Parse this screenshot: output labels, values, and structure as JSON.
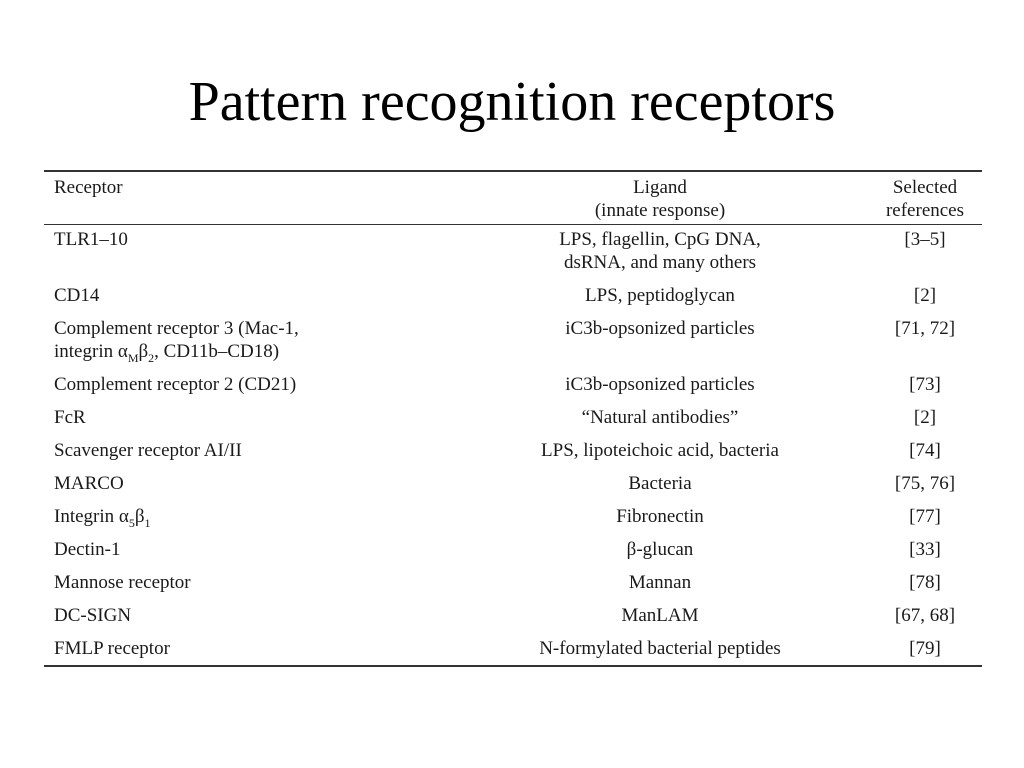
{
  "slide": {
    "title": "Pattern recognition receptors"
  },
  "table": {
    "headers": {
      "receptor": "Receptor",
      "ligand_line1": "Ligand",
      "ligand_line2": "(innate response)",
      "refs_line1": "Selected",
      "refs_line2": "references"
    },
    "rows": [
      {
        "receptor": "TLR1–10",
        "ligand_line1": "LPS, flagellin, CpG DNA,",
        "ligand_line2": "dsRNA, and many others",
        "refs": "[3–5]"
      },
      {
        "receptor": "CD14",
        "ligand": "LPS, peptidoglycan",
        "refs": "[2]"
      },
      {
        "receptor_line1": "Complement receptor 3 (Mac-1,",
        "receptor_line2_a": "integrin α",
        "receptor_line2_sub1": "M",
        "receptor_line2_b": "β",
        "receptor_line2_sub2": "2",
        "receptor_line2_c": ", CD11b–CD18)",
        "ligand": "iC3b-opsonized particles",
        "refs": "[71, 72]"
      },
      {
        "receptor": "Complement receptor 2 (CD21)",
        "ligand": "iC3b-opsonized particles",
        "refs": "[73]"
      },
      {
        "receptor": "FcR",
        "ligand": "“Natural antibodies”",
        "refs": "[2]"
      },
      {
        "receptor": "Scavenger receptor AI/II",
        "ligand": "LPS, lipoteichoic acid, bacteria",
        "refs": "[74]"
      },
      {
        "receptor": "MARCO",
        "ligand": "Bacteria",
        "refs": "[75, 76]"
      },
      {
        "receptor_a": "Integrin α",
        "receptor_sub1": "5",
        "receptor_b": "β",
        "receptor_sub2": "1",
        "ligand": "Fibronectin",
        "refs": "[77]"
      },
      {
        "receptor": "Dectin-1",
        "ligand": "β-glucan",
        "refs": "[33]"
      },
      {
        "receptor": "Mannose receptor",
        "ligand": "Mannan",
        "refs": "[78]"
      },
      {
        "receptor": "DC-SIGN",
        "ligand": "ManLAM",
        "refs": "[67, 68]"
      },
      {
        "receptor": "FMLP receptor",
        "ligand": "N-formylated bacterial peptides",
        "refs": "[79]"
      }
    ]
  }
}
